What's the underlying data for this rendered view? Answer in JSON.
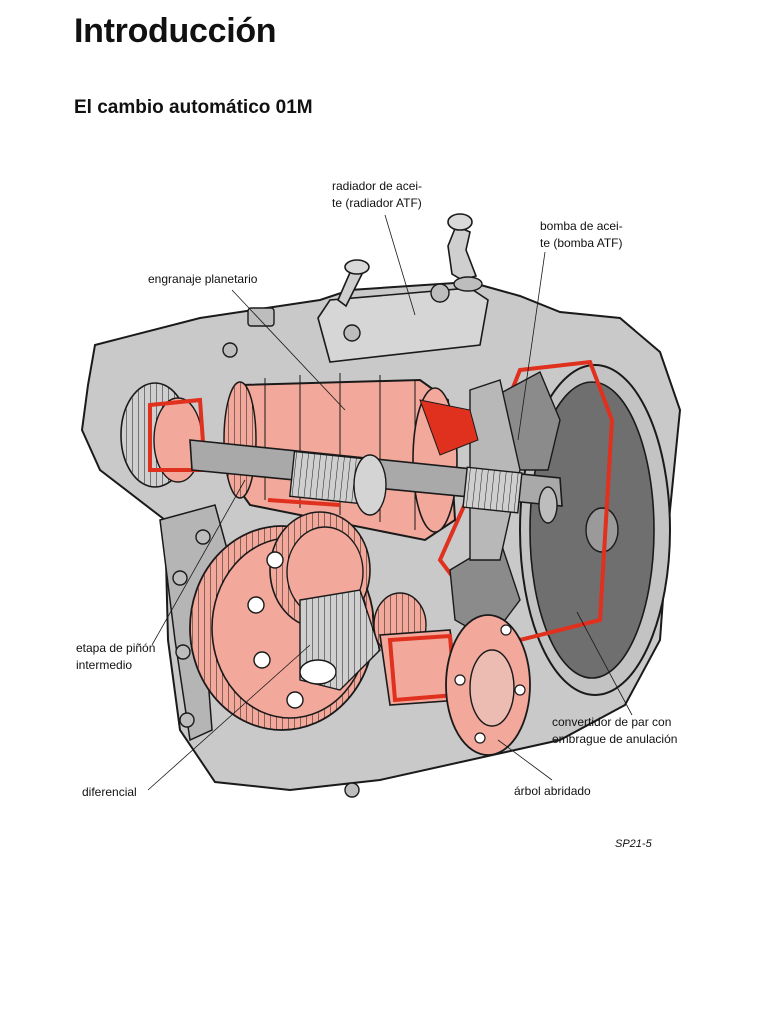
{
  "page": {
    "title": "Introducción",
    "subtitle": "El cambio automático 01M",
    "figure_id": "SP21-5"
  },
  "labels": {
    "radiador": [
      "radiador de acei-",
      "te (radiador ATF)"
    ],
    "bomba": [
      "bomba de acei-",
      "te (bomba ATF)"
    ],
    "engranaje": [
      "engranaje planetario"
    ],
    "etapa": [
      "etapa de piñón",
      "intermedio"
    ],
    "diferencial": [
      "diferencial"
    ],
    "convertidor": [
      "convertidor de par con",
      "embrague de anulación"
    ],
    "arbol": [
      "árbol abridado"
    ]
  },
  "colors": {
    "housing": "#c9c9c9",
    "housing_dark": "#8d8d8d",
    "highlight": "#f2a89a",
    "cut": "#e0301e",
    "line": "#1a1a1a"
  }
}
